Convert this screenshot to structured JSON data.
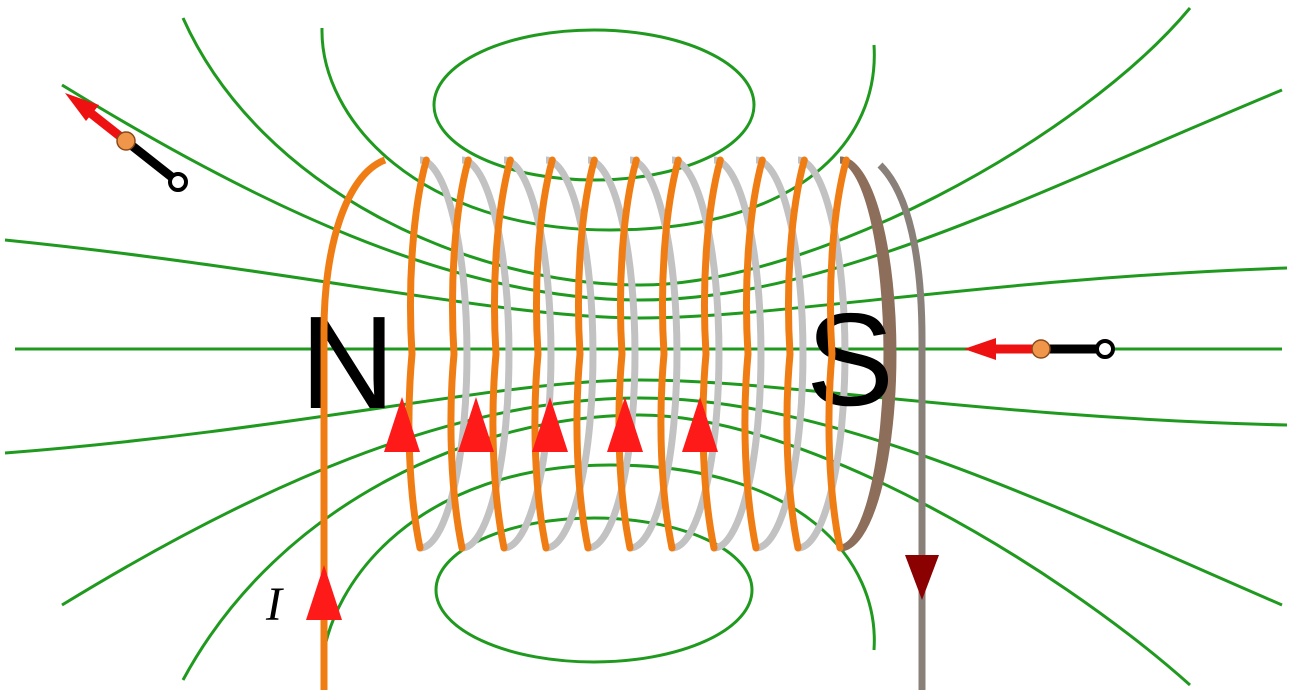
{
  "labels": {
    "north_pole": "N",
    "south_pole": "S",
    "current": "I"
  },
  "colors": {
    "field_line": "#1f9a1f",
    "coil_front": "#f07d14",
    "coil_back": "#c2c2c2",
    "coil_edge": "#8c6e5a",
    "lead_out": "#8a807a",
    "current_arrow": "#ff1a1a",
    "exit_arrow": "#8b0000",
    "compass_north": "#ee1111",
    "compass_south": "#000000",
    "compass_pivot": "#f0964a",
    "background": "#ffffff"
  },
  "icons": {
    "compass": "compass-needle-icon",
    "current_direction": "triangle-arrow-icon"
  }
}
